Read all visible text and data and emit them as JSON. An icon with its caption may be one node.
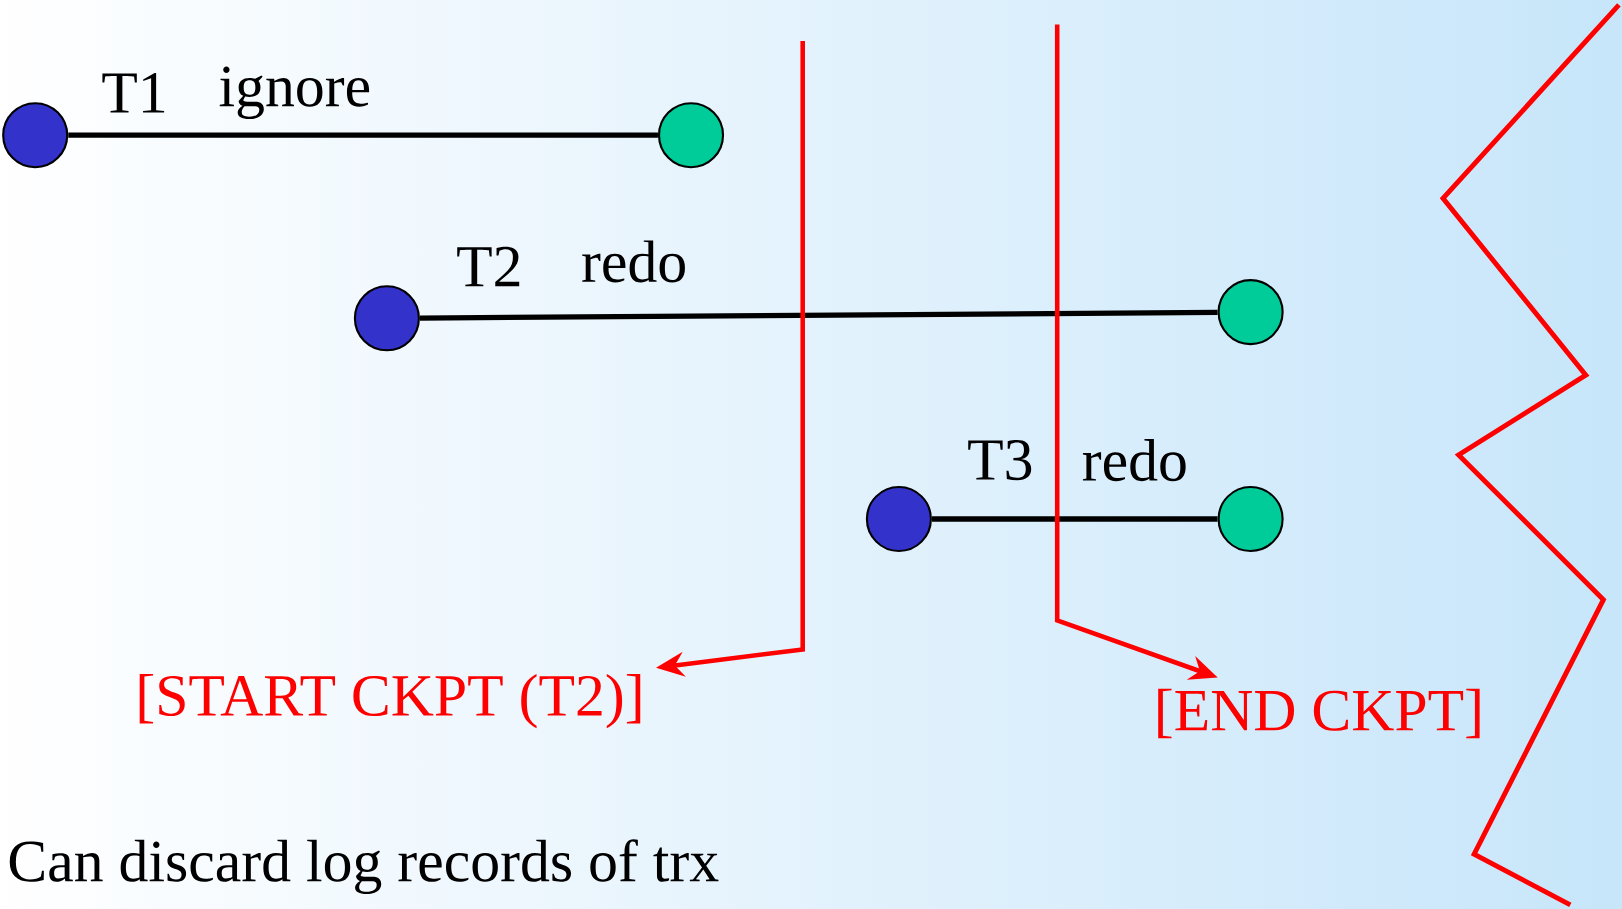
{
  "diagram": {
    "nodes": [
      {
        "text": [],
        "shape": "circle"
      },
      {
        "text": [],
        "shape": "circle"
      },
      {
        "text": [],
        "shape": "circle"
      },
      {
        "text": [],
        "shape": "circle"
      },
      {
        "text": [],
        "shape": "circle"
      },
      {
        "text": [],
        "shape": "circle"
      },
      {
        "text": [
          "[START CKPT (T2)]"
        ]
      },
      {
        "text": [
          "[END CKPT]"
        ]
      }
    ],
    "edges": [
      {
        "from": 0,
        "to": 1,
        "arrow": "none"
      },
      {
        "from": 2,
        "to": 3,
        "arrow": "none"
      },
      {
        "from": 4,
        "to": 5,
        "arrow": "none"
      },
      {
        "from": null,
        "to": 6,
        "arrow": "to",
        "color": "#ff0000"
      },
      {
        "from": null,
        "to": 7,
        "arrow": "to",
        "color": "#ff0000"
      }
    ],
    "labels": [
      "T1",
      "ignore",
      "T2",
      "redo",
      "T3",
      "redo",
      "Can discard log records of trx"
    ]
  }
}
